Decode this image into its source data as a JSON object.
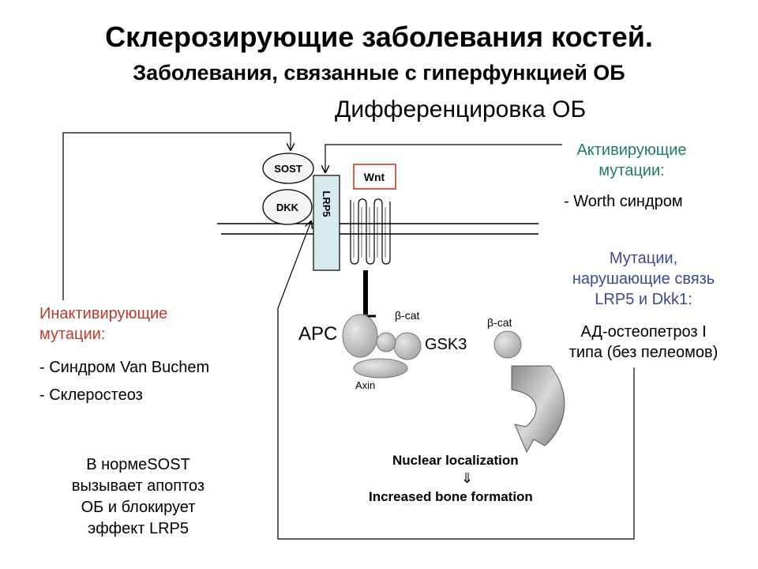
{
  "title": "Склерозирующие заболевания костей.",
  "subtitle": "Заболевания, связанные с гиперфункцией ОБ",
  "heading": "Дифференцировка ОБ",
  "activating": {
    "title_line1": "Активирующие",
    "title_line2": "мутации:",
    "item": "- Worth синдром",
    "color": "#1f7a6e"
  },
  "lrp5_dkk1": {
    "line1": "Мутации,",
    "line2": "нарушающие связь",
    "line3": "LRP5 и Dkk1:",
    "color": "#3b4a8e"
  },
  "ad_osteopetrosis": {
    "line1": "АД-остеопетроз I",
    "line2": "типа (без пелеомов)"
  },
  "inactivating": {
    "title_line1": "Инактивирующие",
    "title_line2": "мутации:",
    "item1": "- Синдром Van Buchem",
    "item2": "- Склеростеоз",
    "color": "#c0392b"
  },
  "note": {
    "line1": "В нормеSOST",
    "line2": "вызывает апоптоз",
    "line3": "ОБ и блокирует",
    "line4": "эффект LRP5"
  },
  "diagram": {
    "sost": "SOST",
    "dkk": "DKK",
    "lrp5": "LRP5",
    "wnt": "Wnt",
    "apc": "APC",
    "gsk3": "GSK3",
    "axin": "Axin",
    "beta_cat_1": "β-cat",
    "beta_cat_2": "β-cat",
    "nuclear": "Nuclear localization",
    "arrow": "⇓",
    "increased": "Increased bone formation"
  }
}
